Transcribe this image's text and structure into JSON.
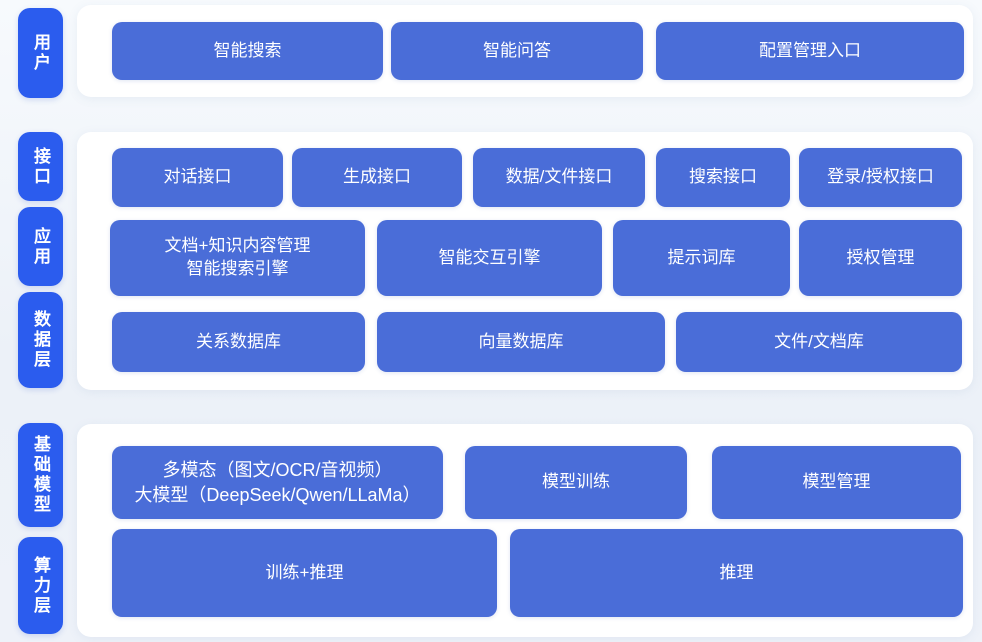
{
  "colors": {
    "rail_blue": "#2b5cee",
    "block_blue": "#4a6dd8",
    "panel_bg": "#ffffff",
    "page_bg": "#eef2f9",
    "text": "#ffffff"
  },
  "left_rail": {
    "items": [
      {
        "id": "user",
        "label": "用户"
      },
      {
        "id": "interface",
        "label": "接口"
      },
      {
        "id": "application",
        "label": "应用"
      },
      {
        "id": "data-layer",
        "label": "数据层"
      },
      {
        "id": "foundation-model",
        "label": "基础模型"
      },
      {
        "id": "compute-layer",
        "label": "算力层"
      }
    ]
  },
  "panels": [
    {
      "id": "user-panel",
      "rows": [
        {
          "buttons": [
            {
              "label": "智能搜索"
            },
            {
              "label": "智能问答"
            },
            {
              "label": "配置管理入口"
            }
          ]
        }
      ]
    },
    {
      "id": "interface-app-data-panel",
      "rows": [
        {
          "buttons": [
            {
              "label": "对话接口"
            },
            {
              "label": "生成接口"
            },
            {
              "label": "数据/文件接口"
            },
            {
              "label": "搜索接口"
            },
            {
              "label": "登录/授权接口"
            }
          ]
        },
        {
          "buttons": [
            {
              "label": "文档+知识内容管理\n智能搜索引擎"
            },
            {
              "label": "智能交互引擎"
            },
            {
              "label": "提示词库"
            },
            {
              "label": "授权管理"
            }
          ]
        },
        {
          "buttons": [
            {
              "label": "关系数据库"
            },
            {
              "label": "向量数据库"
            },
            {
              "label": "文件/文档库"
            }
          ]
        }
      ]
    },
    {
      "id": "model-compute-panel",
      "rows": [
        {
          "buttons": [
            {
              "label": "多模态（图文/OCR/音视频）\n大模型（DeepSeek/Qwen/LLaMa）"
            },
            {
              "label": "模型训练"
            },
            {
              "label": "模型管理"
            }
          ]
        },
        {
          "buttons": [
            {
              "label": "训练+推理"
            },
            {
              "label": "推理"
            }
          ]
        }
      ]
    }
  ]
}
